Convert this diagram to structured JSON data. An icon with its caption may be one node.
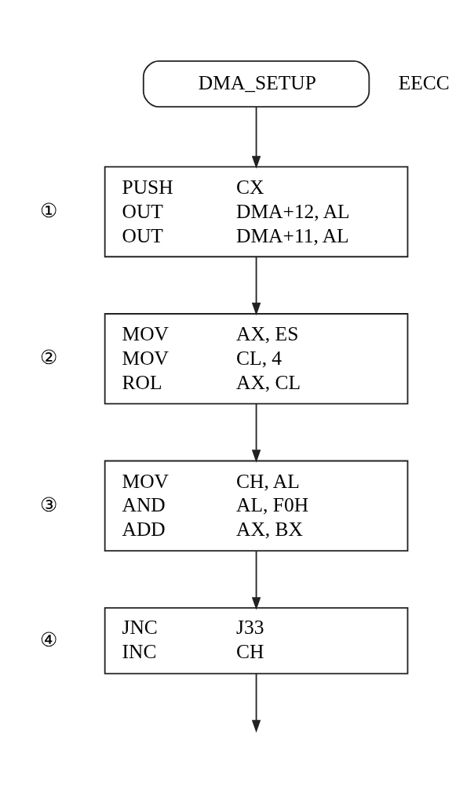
{
  "diagram": {
    "nodes": [
      {
        "text": [
          "DMA_SETUP"
        ],
        "beside": [
          "EECC"
        ]
      },
      {
        "text": [
          "PUSH",
          "CX",
          "OUT",
          "DMA+12, AL",
          "OUT",
          "DMA+11, AL"
        ],
        "beside": [
          "①"
        ]
      },
      {
        "text": [
          "MOV",
          "AX, ES",
          "MOV",
          "CL, 4",
          "ROL",
          "AX, CL"
        ],
        "beside": [
          "②"
        ]
      },
      {
        "text": [
          "MOV",
          "CH, AL",
          "AND",
          "AL, F0H",
          "ADD",
          "AX, BX"
        ],
        "beside": [
          "③"
        ]
      },
      {
        "text": [
          "JNC",
          "J33",
          "INC",
          "CH"
        ],
        "beside": [
          "④"
        ]
      }
    ],
    "edges": [
      {
        "from": 0,
        "to": 1,
        "arrow": "to"
      },
      {
        "from": 1,
        "to": 2,
        "arrow": "to"
      },
      {
        "from": 2,
        "to": 3,
        "arrow": "to"
      },
      {
        "from": 3,
        "to": 4,
        "arrow": "to"
      },
      {
        "from": 4,
        "to": null,
        "arrow": "to"
      }
    ]
  }
}
